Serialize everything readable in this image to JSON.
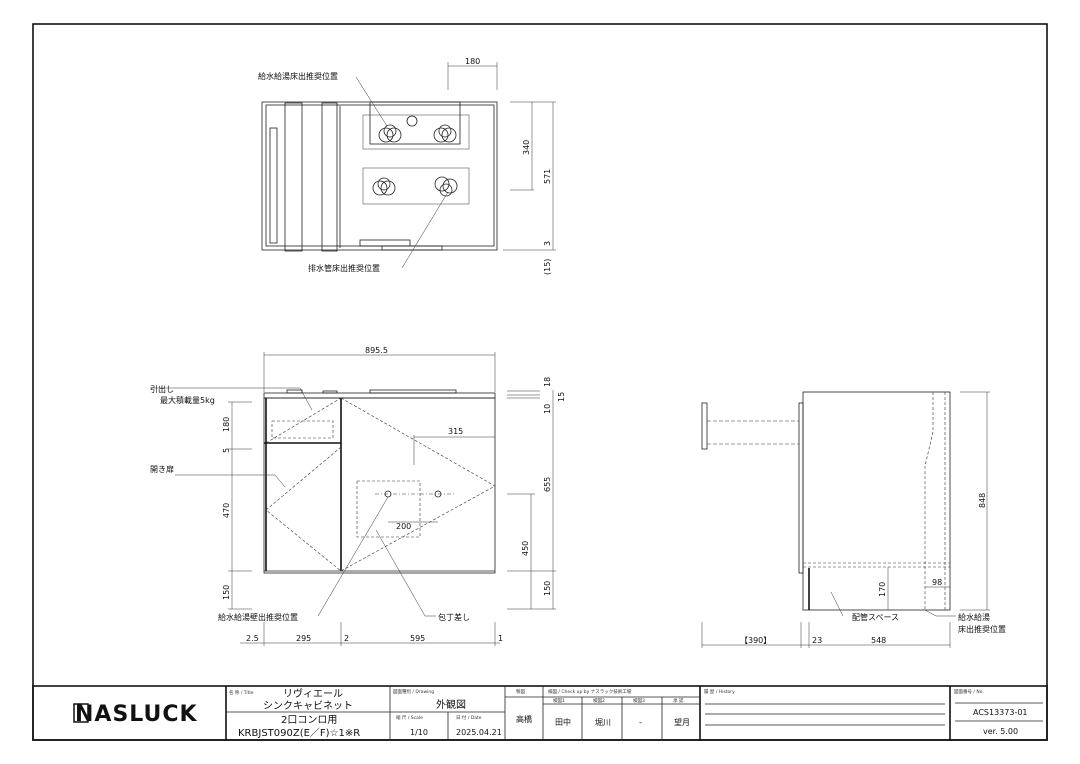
{
  "top_view": {
    "label_supply_floor": "給水給湯床出推奨位置",
    "label_drain_floor": "排水管床出推奨位置",
    "dims": {
      "d180": "180",
      "d340": "340",
      "d571": "571",
      "d3": "3",
      "d15": "(15)"
    }
  },
  "front_view": {
    "label_drawer": "引出し",
    "label_max_load": "最大積載量5kg",
    "label_door": "開き扉",
    "label_supply_wall": "給水給湯壁出推奨位置",
    "label_knife": "包丁差し",
    "dims": {
      "w": "895.5",
      "d180": "180",
      "d5": "5",
      "d470": "470",
      "d150l": "150",
      "d315": "315",
      "d200": "200",
      "d655": "655",
      "d450": "450",
      "d150r": "150",
      "d18": "18",
      "d15": "15",
      "d10": "10",
      "b25": "2.5",
      "b295": "295",
      "b2": "2",
      "b595": "595",
      "b1": "1"
    }
  },
  "side_view": {
    "label_pipe_space": "配管スペース",
    "label_supply_1": "給水給湯",
    "label_supply_2": "床出推奨位置",
    "dims": {
      "d848": "848",
      "d170": "170",
      "d98": "98",
      "d390": "【390】",
      "d23": "23",
      "d548": "548"
    }
  },
  "title_block": {
    "logo": "NASLUCK",
    "title_label": "名 称 / Title",
    "title_1": "リヴィエール",
    "title_2": "シンクキャビネット",
    "title_3": "2口コンロ用",
    "title_4": "KRBJST090Z(E／F)☆1※R",
    "drawing_label": "図面種別 / Drawing",
    "drawing": "外観図",
    "scale_label": "縮 尺 / Scale",
    "scale": "1/10",
    "date_label": "日 付 / Date",
    "date": "2025.04.21",
    "drafter_label": "製図",
    "drafter": "高橋",
    "check_label": "検図 / Check up by ナスラック技術工場",
    "check1_label": "検図1",
    "check2_label": "検図2",
    "check3_label": "検図3",
    "approve_label": "承 認",
    "check1": "田中",
    "check2": "堀川",
    "check3": "-",
    "approve": "望月",
    "history_label": "履 歴 / History",
    "no_label": "図面番号 / No.",
    "no": "ACS13373-01",
    "version": "ver. 5.00"
  }
}
